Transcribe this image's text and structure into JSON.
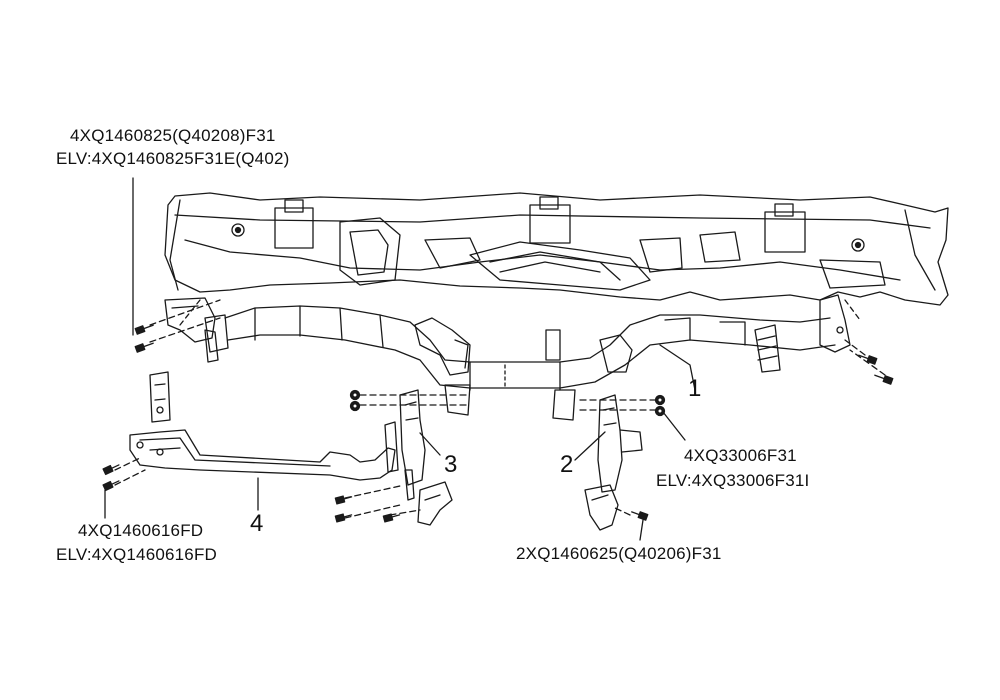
{
  "parts": [
    {
      "id": "1",
      "label": "1"
    },
    {
      "id": "2",
      "label": "2"
    },
    {
      "id": "3",
      "label": "3"
    },
    {
      "id": "4",
      "label": "4"
    }
  ],
  "fasteners": {
    "top_left": {
      "line1": "4XQ1460825(Q40208)F31",
      "line2": "ELV:4XQ1460825F31E(Q402)"
    },
    "right_nut": {
      "line1": "4XQ33006F31",
      "line2": "ELV:4XQ33006F31I"
    },
    "bottom_left": {
      "line1": "4XQ1460616FD",
      "line2": "ELV:4XQ1460616FD"
    },
    "bottom_right": {
      "line1": "2XQ1460625(Q40206)F31"
    }
  },
  "colors": {
    "line": "#1a1a1a",
    "background": "#ffffff"
  }
}
